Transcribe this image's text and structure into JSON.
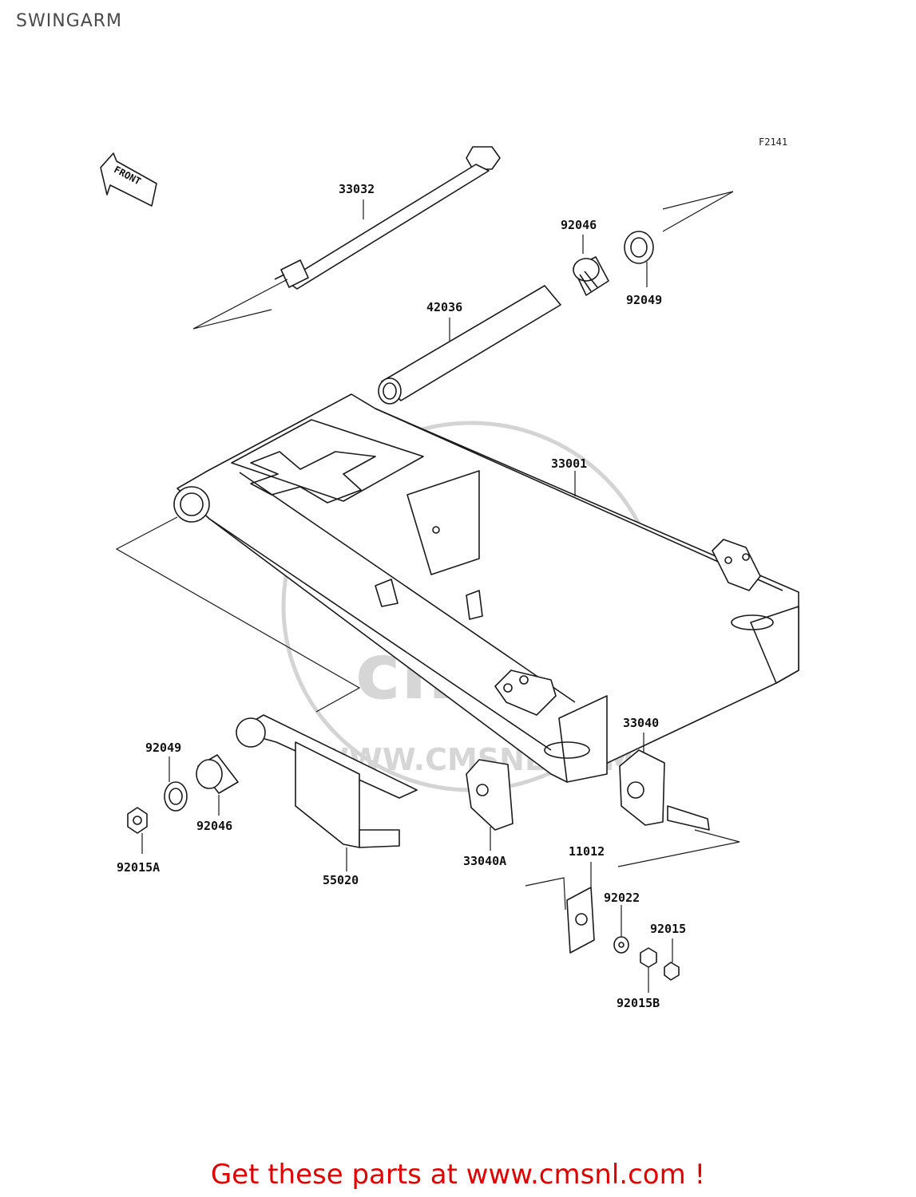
{
  "header": {
    "title": "SWINGARM"
  },
  "figure_code": "F2141",
  "front_arrow": {
    "text": "FRONT"
  },
  "watermark": {
    "logo_text": "cms",
    "url_text": "WWW.CMSNL.COM"
  },
  "callouts": {
    "c33032": "33032",
    "c92046_top": "92046",
    "c92049_top": "92049",
    "c42036": "42036",
    "c33001": "33001",
    "c33040": "33040",
    "c92049_left": "92049",
    "c92046_left": "92046",
    "c92015A": "92015A",
    "c55020": "55020",
    "c33040A": "33040A",
    "c11012": "11012",
    "c92022": "92022",
    "c92015": "92015",
    "c92015B": "92015B"
  },
  "footer": {
    "promo": "Get these parts at www.cmsnl.com !"
  },
  "colors": {
    "promo": "#e00000",
    "line": "#1a1a1a",
    "watermark": "#d4d4d4"
  }
}
